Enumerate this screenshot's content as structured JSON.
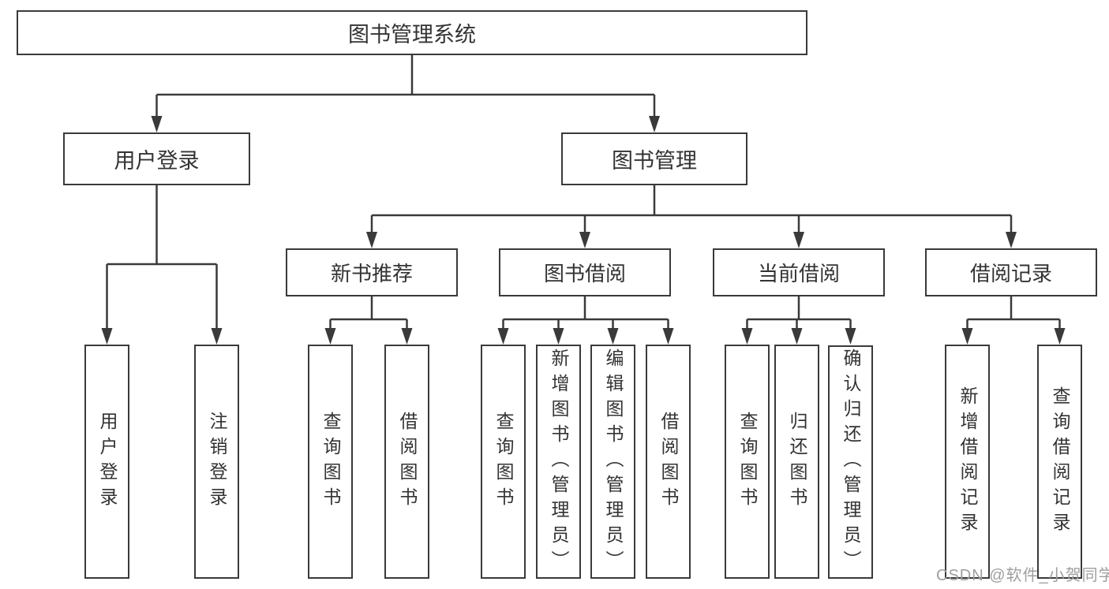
{
  "tree": {
    "root": {
      "label": "图书管理系统"
    },
    "branches": [
      {
        "label": "用户登录",
        "children": [
          {
            "label": "用户登录"
          },
          {
            "label": "注销登录"
          }
        ]
      },
      {
        "label": "图书管理",
        "children": [
          {
            "label": "新书推荐",
            "children": [
              {
                "label": "查询图书"
              },
              {
                "label": "借阅图书"
              }
            ]
          },
          {
            "label": "图书借阅",
            "children": [
              {
                "label": "查询图书"
              },
              {
                "label": "新增图书（管理员）"
              },
              {
                "label": "编辑图书（管理员）"
              },
              {
                "label": "借阅图书"
              }
            ]
          },
          {
            "label": "当前借阅",
            "children": [
              {
                "label": "查询图书"
              },
              {
                "label": "归还图书"
              },
              {
                "label": "确认归还（管理员）"
              }
            ]
          },
          {
            "label": "借阅记录",
            "children": [
              {
                "label": "新增借阅记录"
              },
              {
                "label": "查询借阅记录"
              }
            ]
          }
        ]
      }
    ]
  },
  "watermark": {
    "text": "CSDN @软件_小贺同学",
    "color": "#9e9e9e"
  },
  "colors": {
    "line": "#3a3a3a",
    "border": "#3a3a3a",
    "text": "#333333",
    "background": "#ffffff"
  }
}
